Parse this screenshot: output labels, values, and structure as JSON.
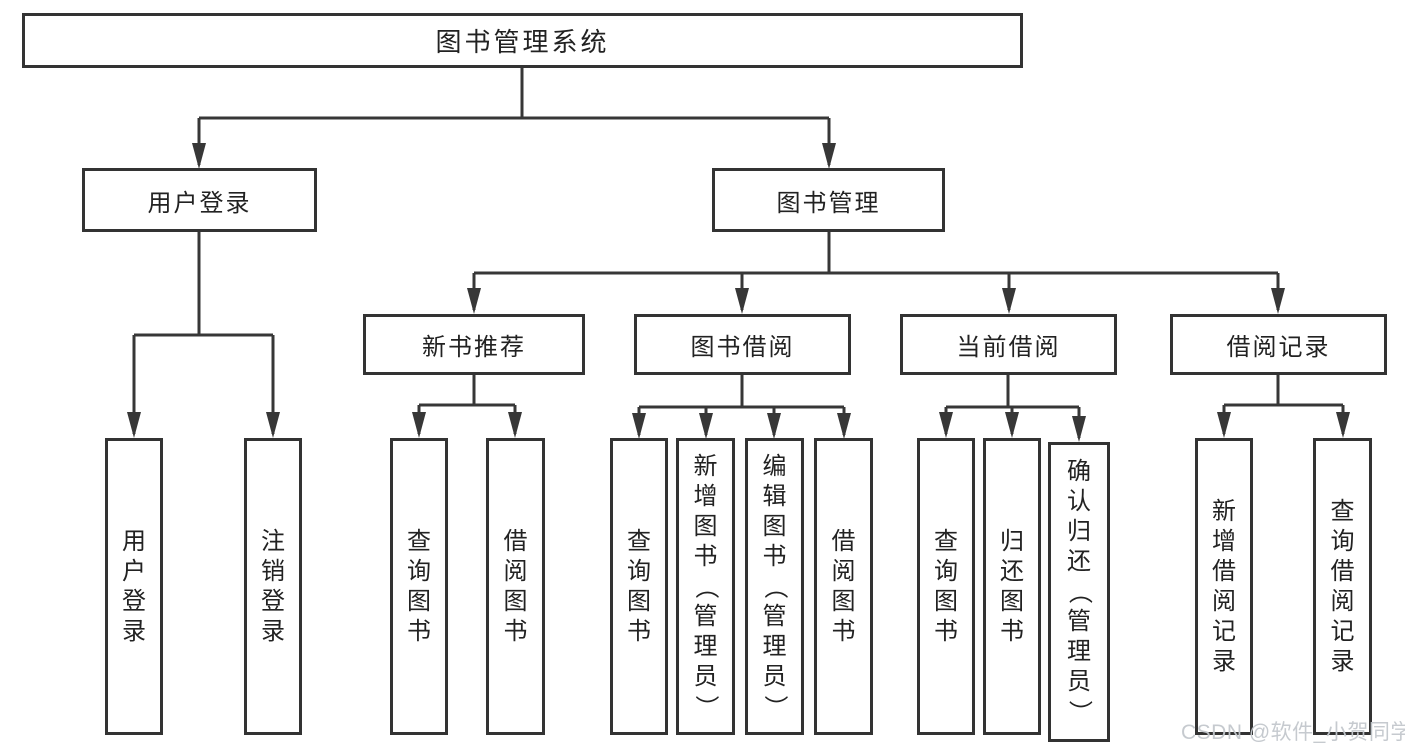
{
  "diagram": {
    "root": {
      "label": "图书管理系统"
    },
    "children": [
      {
        "label": "用户登录",
        "children": [
          {
            "label": "用户登录"
          },
          {
            "label": "注销登录"
          }
        ]
      },
      {
        "label": "图书管理",
        "children": [
          {
            "label": "新书推荐",
            "children": [
              {
                "label": "查询图书"
              },
              {
                "label": "借阅图书"
              }
            ]
          },
          {
            "label": "图书借阅",
            "children": [
              {
                "label": "查询图书"
              },
              {
                "label": "新增图书（管理员）"
              },
              {
                "label": "编辑图书（管理员）"
              },
              {
                "label": "借阅图书"
              }
            ]
          },
          {
            "label": "当前借阅",
            "children": [
              {
                "label": "查询图书"
              },
              {
                "label": "归还图书"
              },
              {
                "label": "确认归还（管理员）"
              }
            ]
          },
          {
            "label": "借阅记录",
            "children": [
              {
                "label": "新增借阅记录"
              },
              {
                "label": "查询借阅记录"
              }
            ]
          }
        ]
      }
    ]
  },
  "watermark": {
    "text": "CSDN @软件_小贺同学"
  },
  "colors": {
    "line": "#373737",
    "box_border": "#333333",
    "text": "#222222",
    "watermark": "#c3c8cd",
    "background": "#ffffff"
  }
}
